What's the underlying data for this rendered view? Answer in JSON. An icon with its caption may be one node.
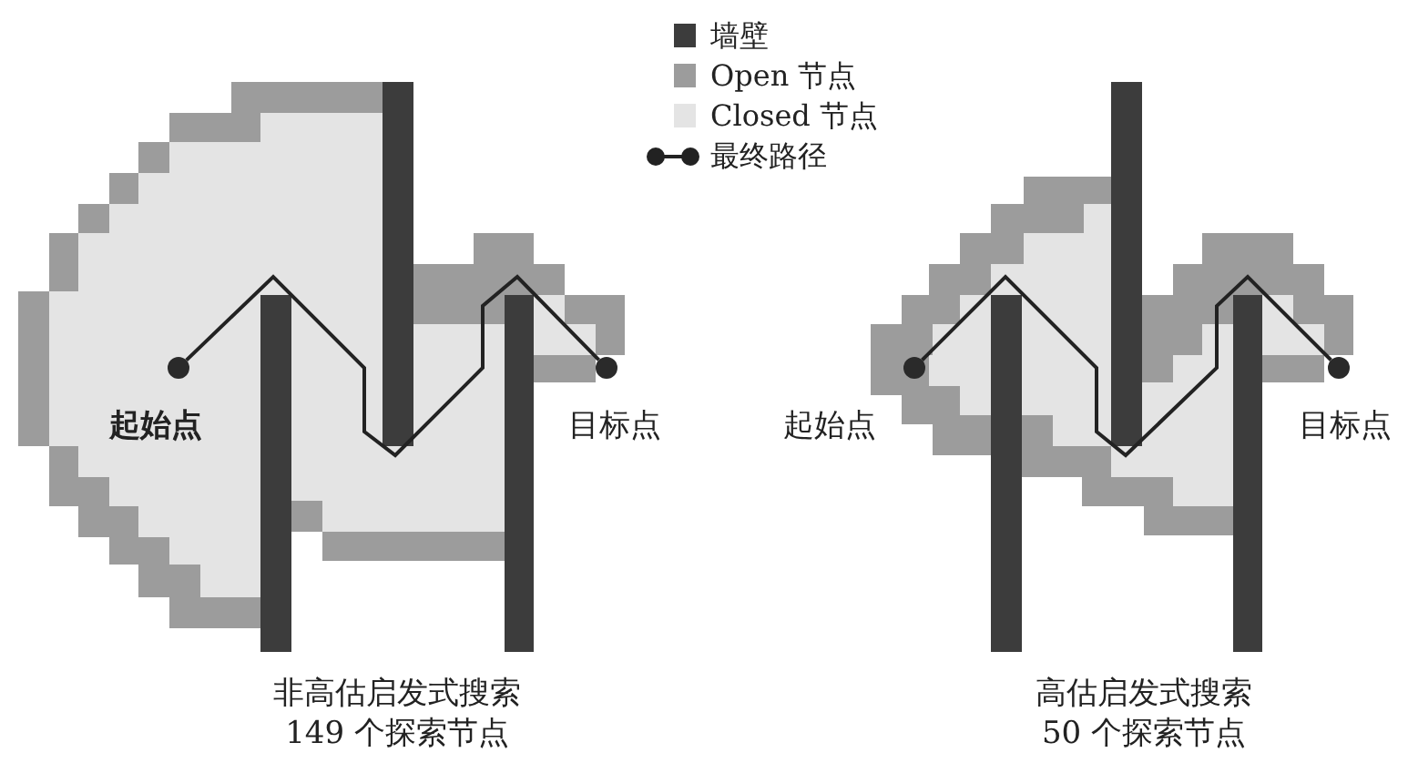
{
  "diagram": {
    "nodes": [
      {
        "text": [],
        "shape": "circle",
        "beside": [
          "起始点"
        ]
      },
      {
        "text": [],
        "shape": "circle",
        "beside": [
          "目标点"
        ]
      },
      {
        "text": [],
        "shape": "circle",
        "beside": [
          "起始点"
        ]
      },
      {
        "text": [],
        "shape": "circle",
        "beside": [
          "目标点"
        ]
      }
    ],
    "edges": [
      {
        "from": 0,
        "to": 1,
        "arrow": "none"
      },
      {
        "from": 2,
        "to": 3,
        "arrow": "none"
      }
    ],
    "labels": [
      "非高估启发式搜索",
      "149 个探索节点",
      "高估启发式搜索",
      "50 个探索节点"
    ],
    "legend": [
      {
        "text": "墙壁",
        "color": "#3c3c3c"
      },
      {
        "text": "Open 节点",
        "color": "#9c9c9c"
      },
      {
        "text": "Closed 节点",
        "color": "#e4e4e4"
      },
      {
        "text": "最终路径"
      }
    ]
  }
}
